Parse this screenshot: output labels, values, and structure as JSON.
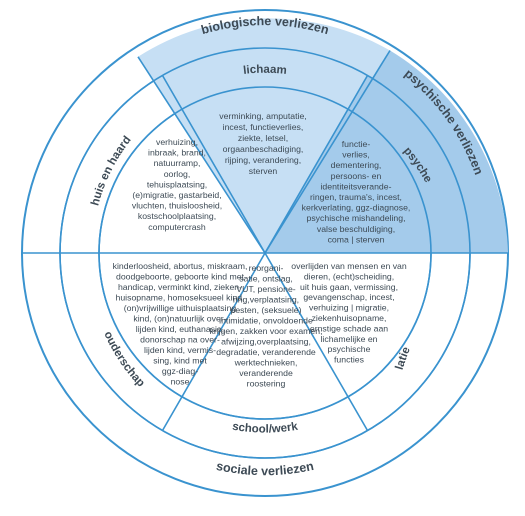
{
  "colors": {
    "line": "#3a93cf",
    "white": "#ffffff",
    "light_fill": "#c6dff4",
    "dark_fill": "#a4cbeb",
    "text": "#3d4a55"
  },
  "outer_ring": {
    "biologisch": "biologische verliezen",
    "psychisch": "psychische verliezen",
    "sociaal": "sociale verliezen"
  },
  "middle_ring": {
    "lichaam": "lichaam",
    "psyche": "psyche",
    "relaties": "relaties",
    "school_werk": "school/werk",
    "ouderschap": "ouderschap",
    "huis_en_haard": "huis en haard"
  },
  "segments": {
    "lichaam": [
      "verminking, amputatie,",
      "incest, functieverlies,",
      "ziekte, letsel,",
      "orgaanbeschadiging,",
      "rijping, verandering,",
      "sterven"
    ],
    "psyche": [
      "functie-",
      "verlies,",
      "dementering,",
      "persoons- en",
      "identiteitsverande-",
      "ringen, trauma's, incest,",
      "kerkverlating, ggz-diagnose,",
      "psychische mishandeling,",
      "valse beschuldiging,",
      "coma | sterven"
    ],
    "relaties": [
      "overlijden van mensen en van",
      "dieren, (echt)scheiding,",
      "uit huis gaan, vermissing,",
      "gevangenschap, incest,",
      "verhuizing | migratie,",
      "ziekenhuisopname,",
      "ernstige schade aan",
      "lichamelijke en",
      "psychische",
      "functies"
    ],
    "school_werk": [
      "reorgani-",
      "satie, ontslag,",
      "VUT, pensione-",
      "ring,verplaatsing,",
      "pesten, (seksuele)",
      "intimidatie, onvoldoende",
      "krijgen, zakken voor examen,",
      "afwijzing,overplaatsing,",
      "degradatie, veranderende",
      "werktechnieken,",
      "veranderende",
      "roostering"
    ],
    "ouderschap": [
      "kinderloosheid, abortus, miskraam,",
      "doodgeboorte, geboorte kind met",
      "handicap, verminkt kind, zieken-",
      "huisopname, homoseksueel kind,",
      "(on)vrijwillige uithuisplaatsing",
      "kind, (on)natuurlijk over-",
      "lijden kind, euthanasie,",
      "donorschap na over-",
      "lijden kind, vermis-",
      "sing, kind met",
      "ggz-diag-",
      "nose"
    ],
    "huis_en_haard": [
      "verhuizing,",
      "inbraak, brand,",
      "natuurramp,",
      "oorlog,",
      "tehuisplaatsing,",
      "(e)migratie, gastarbeid,",
      "vluchten, thuisloosheid,",
      "kostschoolplaatsing,",
      "computercrash"
    ]
  }
}
